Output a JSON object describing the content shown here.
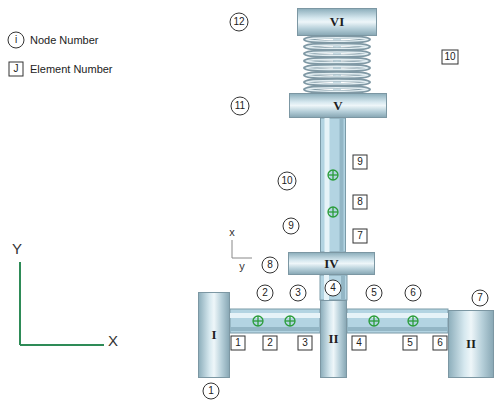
{
  "diagram": {
    "nodes": [
      {
        "text": [
          "VI"
        ]
      },
      {
        "text": [
          "V"
        ]
      },
      {
        "text": [
          "IV"
        ]
      },
      {
        "text": [
          "I"
        ]
      },
      {
        "text": [
          "II"
        ]
      },
      {
        "text": [
          "II"
        ]
      }
    ],
    "edges": [
      {
        "from": 1,
        "to": 0,
        "arrow": "none"
      },
      {
        "from": 2,
        "to": 1,
        "arrow": "none"
      },
      {
        "from": 4,
        "to": 2,
        "arrow": "none"
      },
      {
        "from": 3,
        "to": 4,
        "arrow": "none"
      },
      {
        "from": 4,
        "to": 5,
        "arrow": "none"
      }
    ],
    "labels": [
      "i",
      "J",
      "12",
      "10",
      "11",
      "9",
      "10",
      "8",
      "9",
      "7",
      "x",
      "Y",
      "8",
      "4",
      "y",
      "2",
      "3",
      "5",
      "6",
      "7",
      "X",
      "1",
      "2",
      "3",
      "4",
      "5",
      "6",
      "1"
    ],
    "legend": [
      {
        "text": "Node Number"
      },
      {
        "text": "Element Number"
      }
    ]
  }
}
